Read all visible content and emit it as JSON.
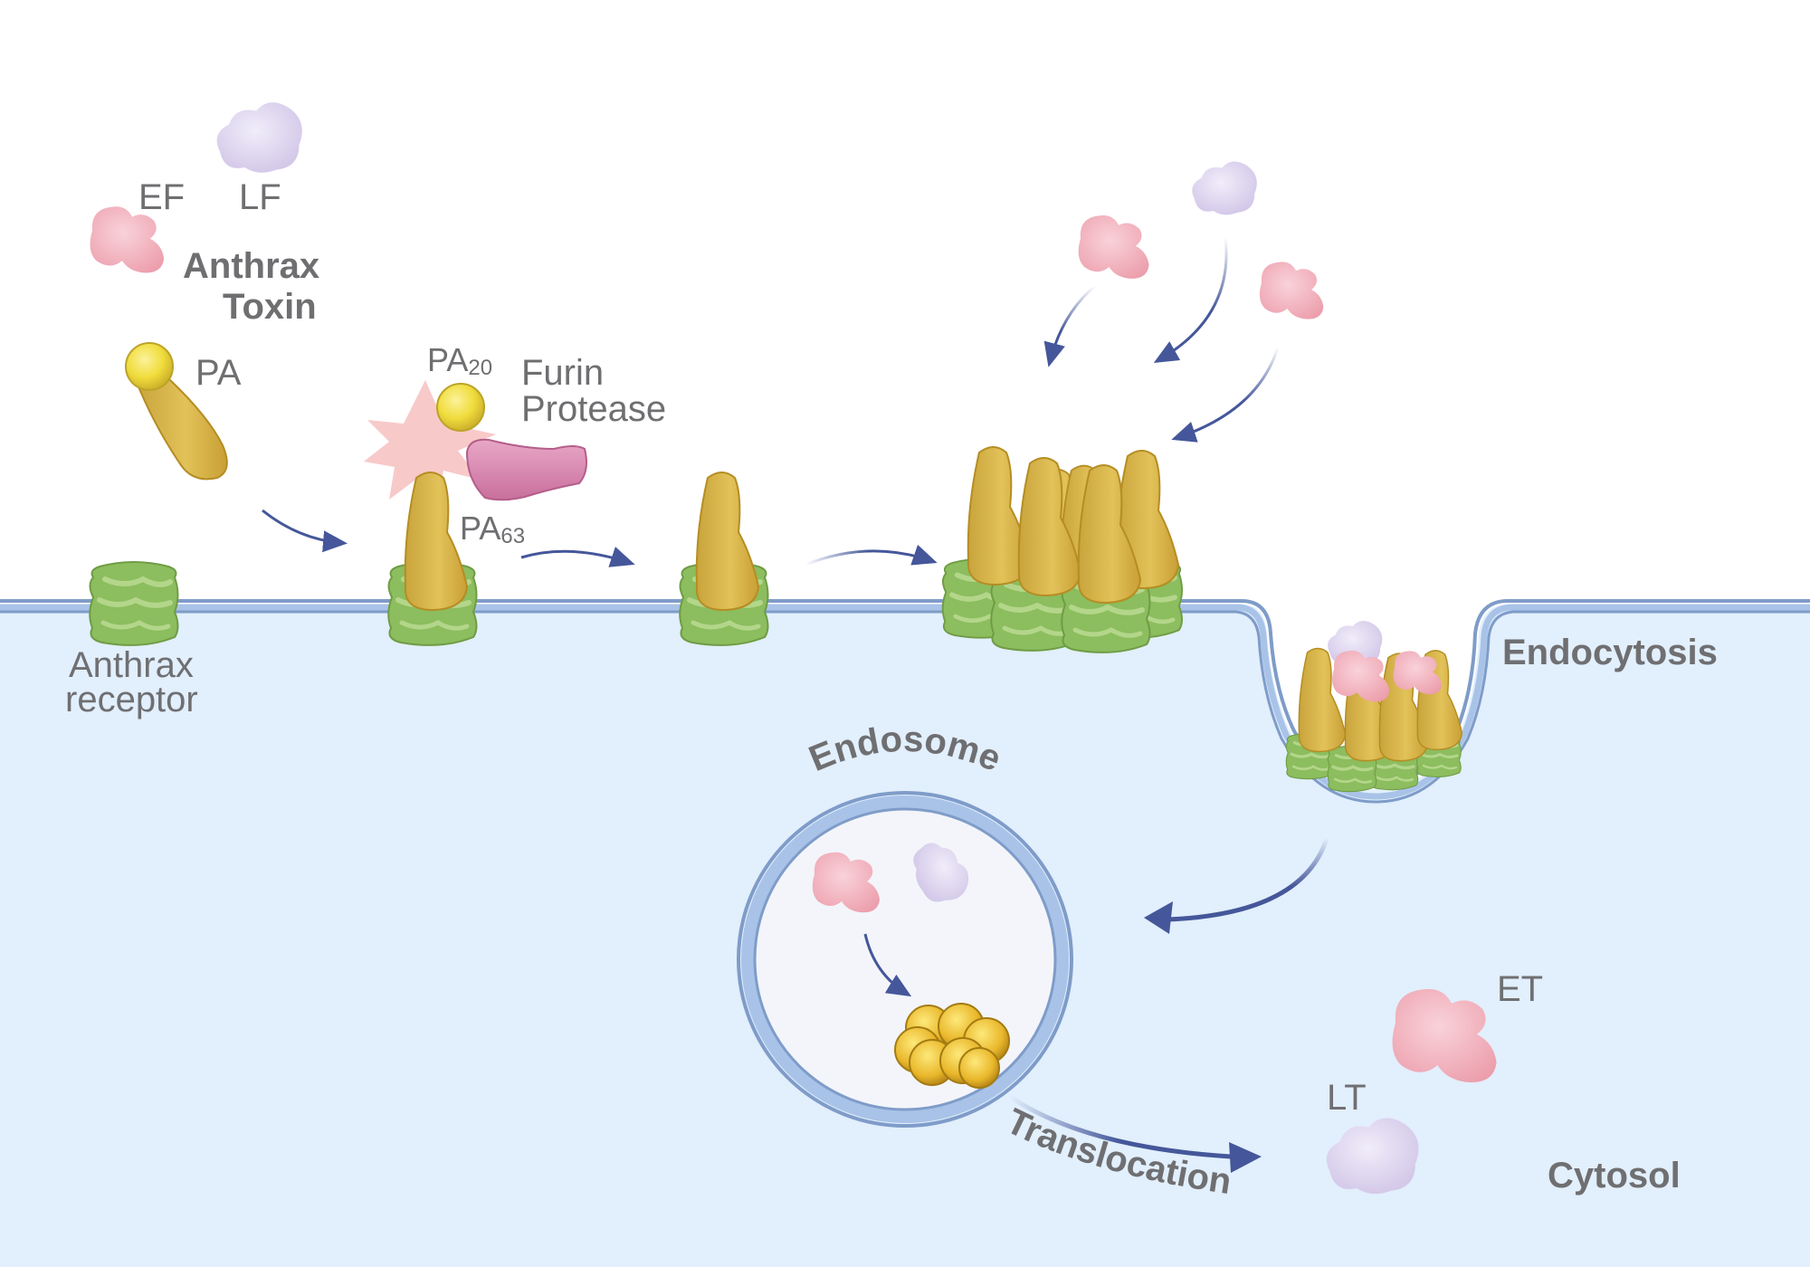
{
  "labels": {
    "ef": "EF",
    "lf": "LF",
    "anthrax_toxin_line1": "Anthrax",
    "anthrax_toxin_line2": "Toxin",
    "pa": "PA",
    "pa20_base": "PA",
    "pa20_sub": "20",
    "furin_line1": "Furin",
    "furin_line2": "Protease",
    "pa63_base": "PA",
    "pa63_sub": "63",
    "receptor_line1": "Anthrax",
    "receptor_line2": "receptor",
    "endocytosis": "Endocytosis",
    "endosome": "Endosome",
    "translocation": "Translocation",
    "et": "ET",
    "lt": "LT",
    "cytosol": "Cytosol"
  },
  "colors": {
    "cytosol_fill": "#e2effc",
    "membrane": "#7f9cc9",
    "membrane_inner": "#a9c3e8",
    "arrow": "#45579a",
    "receptor_green": "#8cbd5e",
    "pa_gold": "#dcb84e",
    "pa_head_yellow": "#f2e25a",
    "ef_pink": "#f1aab6",
    "lf_lavender": "#dcd3ee",
    "furin_magenta": "#d98cb1",
    "burst": "#f8c9c9",
    "label_grey": "#6f6f72"
  }
}
